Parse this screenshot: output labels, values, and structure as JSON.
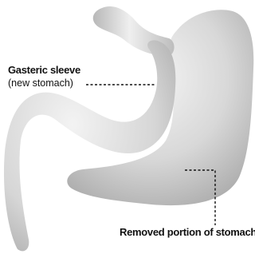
{
  "labels": {
    "sleeve_title": "Gasteric sleeve",
    "sleeve_subtitle": "(new stomach)",
    "removed_portion": "Removed portion of stomach"
  },
  "colors": {
    "organ_fill": "#d9d9d9",
    "organ_highlight": "#f2f2f2",
    "organ_shadow": "#a8a8a8",
    "leader_line": "#111111",
    "text": "#111111"
  }
}
